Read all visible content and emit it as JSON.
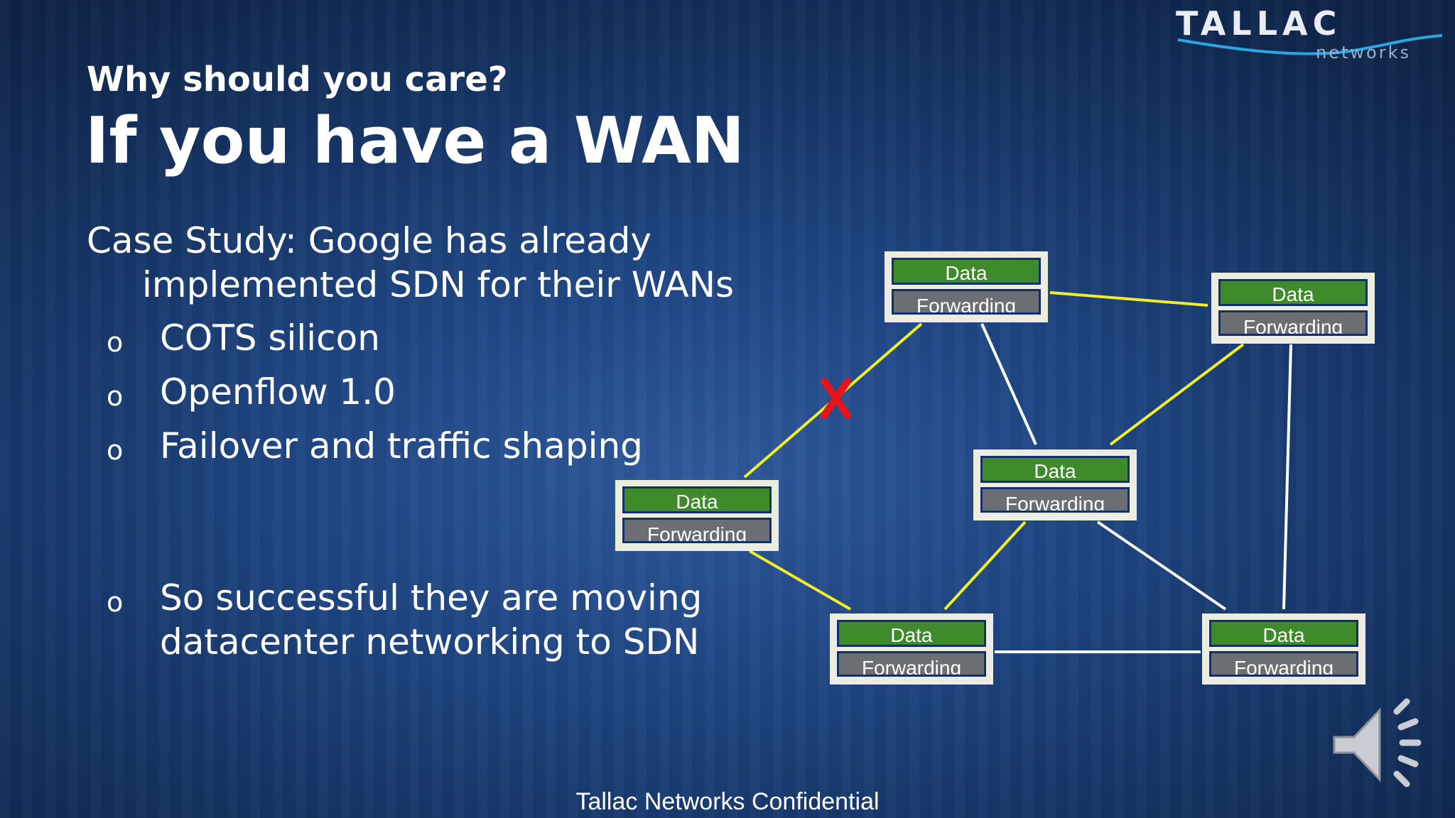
{
  "slide": {
    "logo": {
      "name": "TALLAC",
      "sub": "networks"
    },
    "subtitle": "Why should you care?",
    "title": "If you have a WAN",
    "case_study": {
      "line1": "Case Study: Google has already",
      "line2": "implemented SDN for their WANs"
    },
    "bullets": [
      {
        "marker": "o",
        "text": "COTS silicon"
      },
      {
        "marker": "o",
        "text": "Openflow 1.0"
      },
      {
        "marker": "o",
        "text": "Failover and traffic shaping"
      }
    ],
    "bullet_last": {
      "marker": "o",
      "line1": "So successful they are moving",
      "line2": "datacenter networking to SDN"
    },
    "footer": "Tallac Networks Confidential"
  },
  "diagram": {
    "nodes": [
      {
        "id": "n1",
        "data": "Data",
        "forwarding": "Forwarding"
      },
      {
        "id": "n2",
        "data": "Data",
        "forwarding": "Forwarding"
      },
      {
        "id": "n3",
        "data": "Data",
        "forwarding": "Forwarding"
      },
      {
        "id": "n4",
        "data": "Data",
        "forwarding": "Forwarding"
      },
      {
        "id": "n5",
        "data": "Data",
        "forwarding": "Forwarding"
      },
      {
        "id": "n6",
        "data": "Data",
        "forwarding": "Forwarding"
      }
    ],
    "colors": {
      "data_green": "#3f8a2a",
      "forwarding_gray": "#6b6f73",
      "link_yellow": "#f0ee2a",
      "link_white": "#ffffff",
      "failure_red": "#e8141b"
    },
    "failure_marker": "X"
  }
}
